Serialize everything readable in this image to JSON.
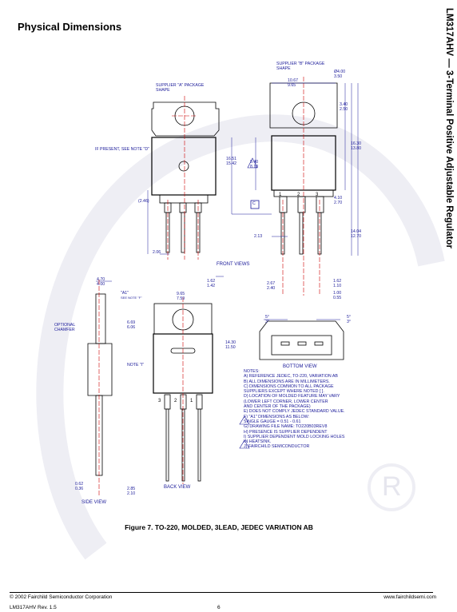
{
  "header": {
    "title": "Physical Dimensions",
    "side_title": "LM317AHV — 3-Terminal Positive Adjustable Regulator"
  },
  "drawing": {
    "supplier_a": [
      "SUPPLIER \"A\" PACKAGE",
      "SHAPE"
    ],
    "supplier_b": [
      "SUPPLIER \"B\" PACKAGE",
      "SHAPE"
    ],
    "if_present": "IF PRESENT, SEE NOTE \"D\"",
    "front_views": "FRONT VIEWS",
    "back_view": "BACK VIEW",
    "side_view": "SIDE VIEW",
    "bottom_view": "BOTTOM VIEW",
    "optional_chamfer": [
      "OPTIONAL",
      "CHAMFER"
    ],
    "note_i": "NOTE \"I\"",
    "a1_label": [
      "\"A1\"",
      "SEE NOTE \"F\""
    ],
    "pin_numbers_front": [
      "1",
      "2",
      "3"
    ],
    "pin_numbers_back": [
      "3",
      "2",
      "1"
    ],
    "dims": {
      "d1": [
        "10.67",
        "9.65"
      ],
      "d2": [
        "Ø4.00",
        "3.50"
      ],
      "d3": [
        "3.40",
        "2.50"
      ],
      "d4": [
        "16.51",
        "15.42"
      ],
      "d5": [
        "9.40",
        "8.13"
      ],
      "d6": "(2.46)",
      "d7": "2.06",
      "d8": [
        "16.30",
        "13.80"
      ],
      "d9": [
        "4.10",
        "2.70"
      ],
      "d10": [
        "14.04",
        "12.70"
      ],
      "d11": "2.13",
      "d12": [
        "1.62",
        "1.42"
      ],
      "d13": [
        "2.67",
        "2.40"
      ],
      "d14": [
        "1.62",
        "1.10"
      ],
      "d15": [
        "1.00",
        "0.55"
      ],
      "d16": [
        "4.70",
        "4.00"
      ],
      "d17": [
        "6.69",
        "6.06"
      ],
      "d18": [
        "9.65",
        "7.59"
      ],
      "d19": [
        "14.30",
        "11.50"
      ],
      "d20": [
        "5°",
        "3°"
      ],
      "d21": [
        "0.62",
        "0.36"
      ],
      "d22": [
        "2.85",
        "2.10"
      ],
      "c_box": "C"
    }
  },
  "notes": [
    "NOTES:",
    "A) REFERENCE JEDEC, TO-220, VARIATION AB",
    "B) ALL DIMENSIONS ARE IN MILLIMETERS.",
    "C) DIMENSIONS COMMON TO ALL PACKAGE",
    "     SUPPLIERS EXCEPT WHERE NOTED [ ].",
    "D) LOCATION OF MOLDED FEATURE MAY VARY",
    "     (LOWER LEFT CORNER, LOWER CENTER",
    "     AND CENTER OF THE PACKAGE)",
    "E) DOES NOT COMPLY JEDEC STANDARD VALUE.",
    "F) \"A1\" DIMENSIONS AS BELOW:",
    "     SINGLE GAUGE = 0.51 - 0.61",
    "G) DRAWING FILE NAME: TO220B03REV8",
    "H) PRESENCE IS SUPPLIER DEPENDENT",
    "I) SUPPLIER DEPENDENT MOLD LOCKING HOLES",
    "     IN HEATSINK.",
    "J) FAIRCHILD SEMICONDUCTOR"
  ],
  "caption": "Figure 7. TO-220, MOLDED, 3LEAD, JEDEC VARIATION AB",
  "footer": {
    "copyright": "© 2002 Fairchild Semiconductor Corporation",
    "website": "www.fairchildsemi.com",
    "revision": "LM317AHV Rev. 1.5",
    "page": "6"
  },
  "colors": {
    "ink": "#000000",
    "dim_blue": "#1a1a99",
    "center_red": "#cc0000",
    "watermark": "#eeeef4"
  }
}
